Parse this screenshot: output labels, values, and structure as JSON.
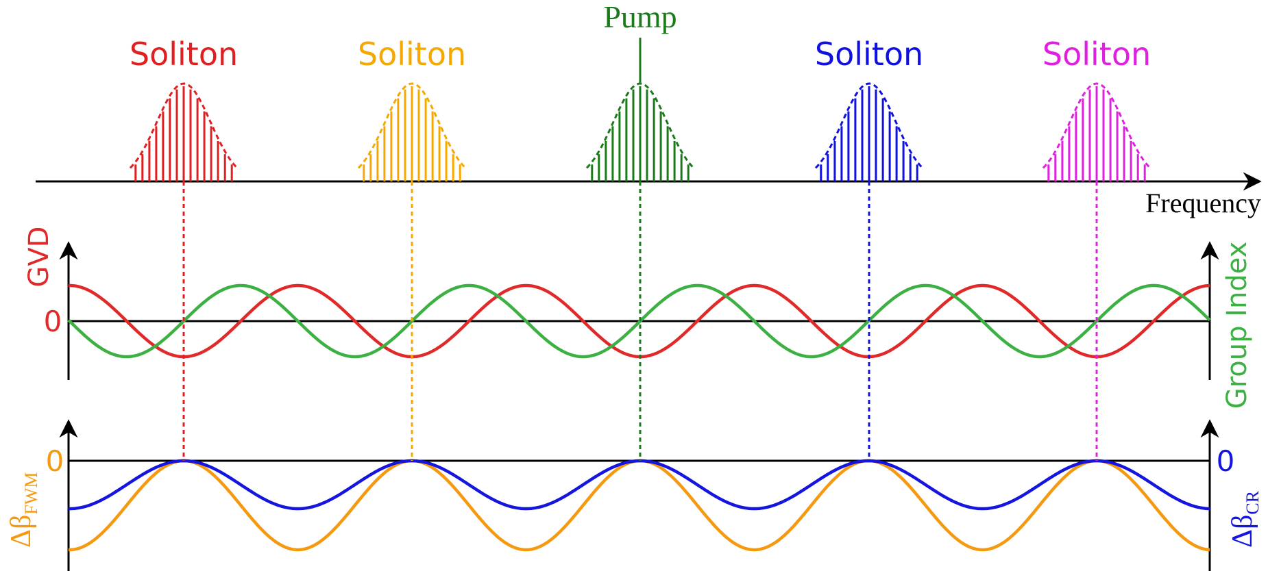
{
  "labels": {
    "pump": "Pump",
    "soliton": "Soliton",
    "frequency": "Frequency",
    "gvd": "GVD",
    "gvd_zero": "0",
    "group_index": "Group Index",
    "fwm_zero": "0",
    "fwm_delta": "Δβ",
    "fwm_sub": "FWM",
    "cr_zero": "0",
    "cr_delta": "Δβ",
    "cr_sub": "CR"
  },
  "combs": [
    {
      "id": "soliton-1",
      "label": "Soliton",
      "color": "#e02020",
      "kind": "soliton"
    },
    {
      "id": "soliton-2",
      "label": "Soliton",
      "color": "#f5a800",
      "kind": "soliton"
    },
    {
      "id": "pump",
      "label": "Pump",
      "color": "#1a7a1a",
      "kind": "pump"
    },
    {
      "id": "soliton-3",
      "label": "Soliton",
      "color": "#1010e0",
      "kind": "soliton"
    },
    {
      "id": "soliton-4",
      "label": "Soliton",
      "color": "#e020e0",
      "kind": "soliton"
    }
  ],
  "colors": {
    "axis": "#000000",
    "gvd": "#e02a2a",
    "group_index": "#3cb043",
    "fwm": "#f59a10",
    "cr": "#1515e0"
  }
}
